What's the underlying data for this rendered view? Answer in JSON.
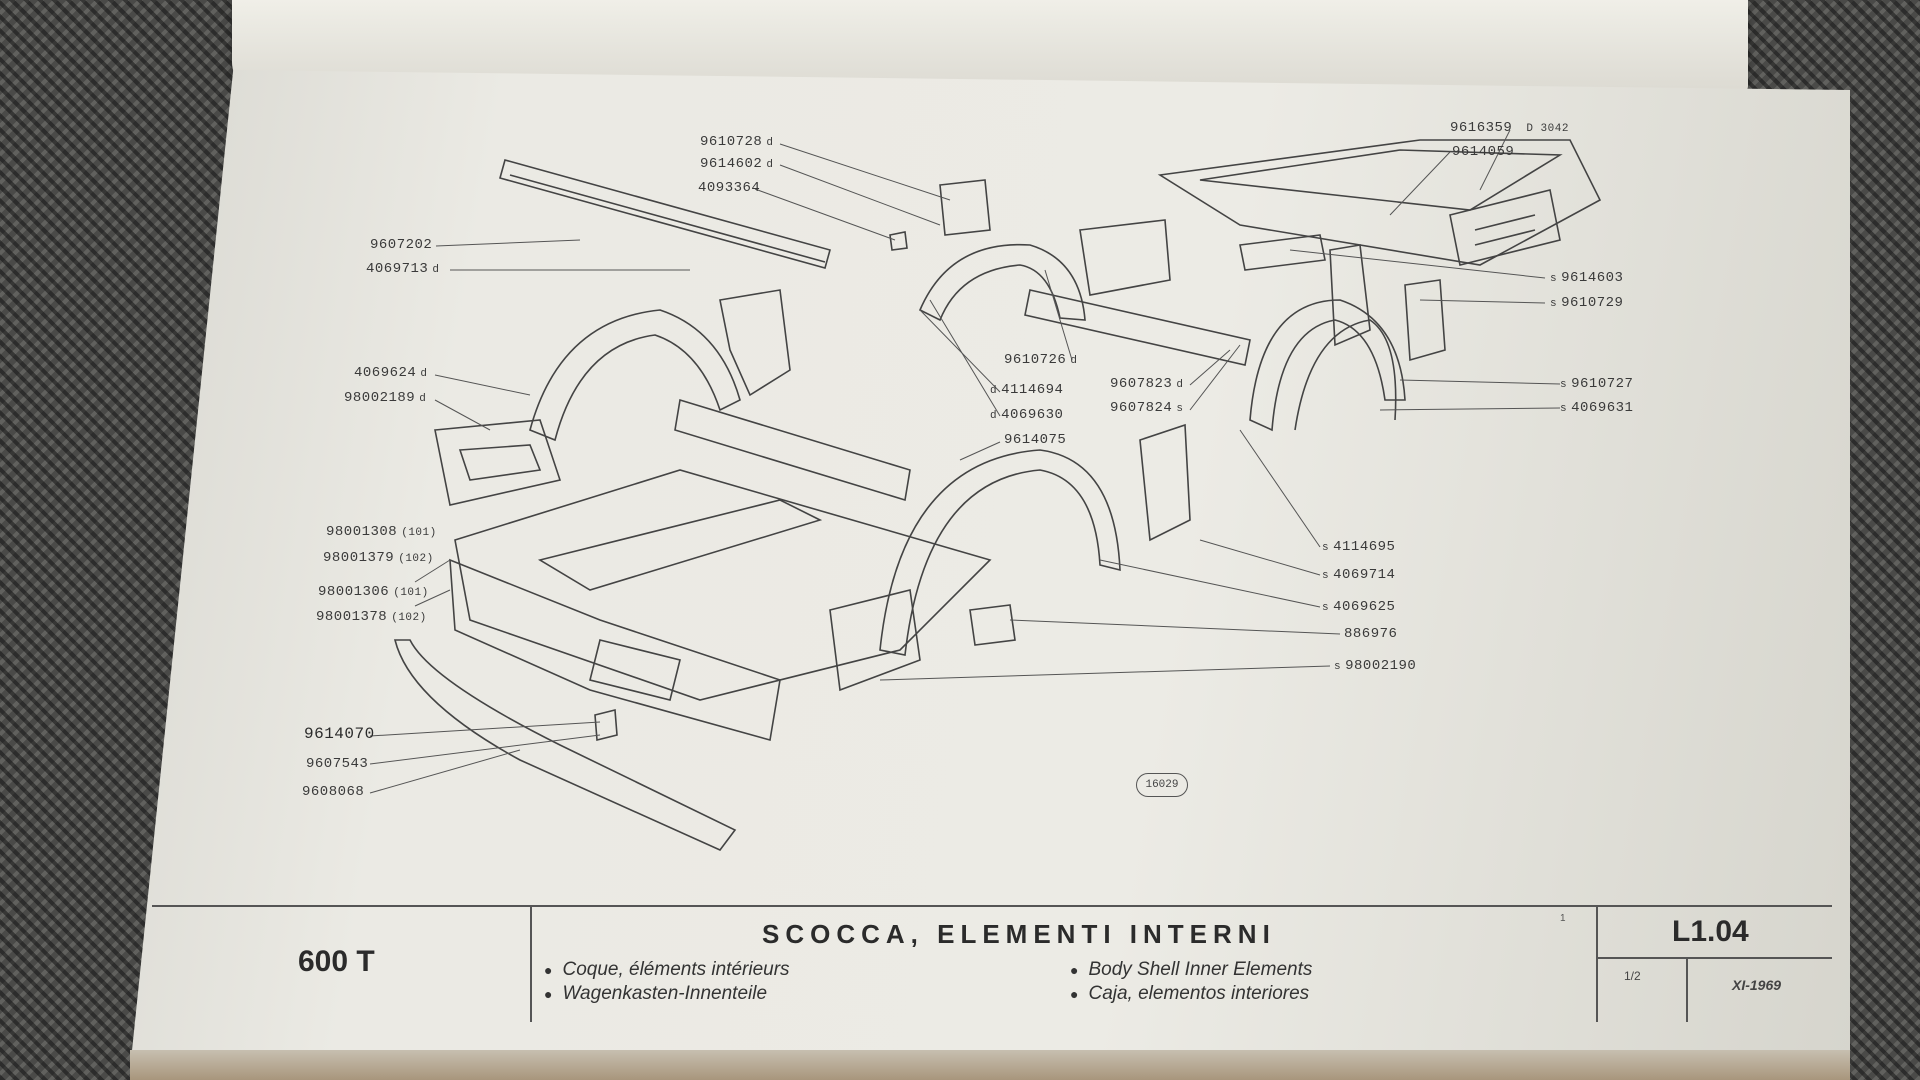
{
  "parts": {
    "p1": {
      "code": "9610728",
      "mark": "d"
    },
    "p2": {
      "code": "9614602",
      "mark": "d"
    },
    "p3": {
      "code": "4093364",
      "mark": ""
    },
    "p4": {
      "code": "9607202",
      "mark": ""
    },
    "p5": {
      "code": "4069713",
      "mark": "d"
    },
    "p6": {
      "code": "4069624",
      "mark": "d"
    },
    "p7": {
      "code": "98002189",
      "mark": "d"
    },
    "p8": {
      "code": "98001308",
      "mark": "(101)"
    },
    "p9": {
      "code": "98001379",
      "mark": "(102)"
    },
    "p10": {
      "code": "98001306",
      "mark": "(101)"
    },
    "p11": {
      "code": "98001378",
      "mark": "(102)"
    },
    "p12": {
      "code": "9614070",
      "mark": ""
    },
    "p13": {
      "code": "9607543",
      "mark": ""
    },
    "p14": {
      "code": "9608068",
      "mark": ""
    },
    "p15": {
      "code": "9610726",
      "mark": "d"
    },
    "p16": {
      "code": "4114694",
      "mark": "d"
    },
    "p17": {
      "code": "4069630",
      "mark": "d"
    },
    "p18": {
      "code": "9614075",
      "mark": ""
    },
    "p19": {
      "code": "9607823",
      "mark": "d"
    },
    "p20": {
      "code": "9607824",
      "mark": "s"
    },
    "p21": {
      "code": "9616359",
      "mark": "D 3042"
    },
    "p22": {
      "code": "9614059",
      "mark": ""
    },
    "p23": {
      "code": "9614603",
      "mark": "s"
    },
    "p24": {
      "code": "9610729",
      "mark": "s"
    },
    "p25": {
      "code": "9610727",
      "mark": "s"
    },
    "p26": {
      "code": "4069631",
      "mark": "s"
    },
    "p27": {
      "code": "4114695",
      "mark": "s"
    },
    "p28": {
      "code": "4069714",
      "mark": "s"
    },
    "p29": {
      "code": "4069625",
      "mark": "s"
    },
    "p30": {
      "code": "886976",
      "mark": ""
    },
    "p31": {
      "code": "98002190",
      "mark": "s"
    }
  },
  "figure_ref": "16029",
  "title_block": {
    "model": "600 T",
    "title": "SCOCCA, ELEMENTI INTERNI",
    "fr": "Coque, éléments intérieurs",
    "de": "Wagenkasten-Innenteile",
    "en": "Body Shell Inner Elements",
    "es": "Caja, elementos interiores",
    "code": "L1.04",
    "sheet": "1/2",
    "date": "XI-1969",
    "tick": "1"
  }
}
